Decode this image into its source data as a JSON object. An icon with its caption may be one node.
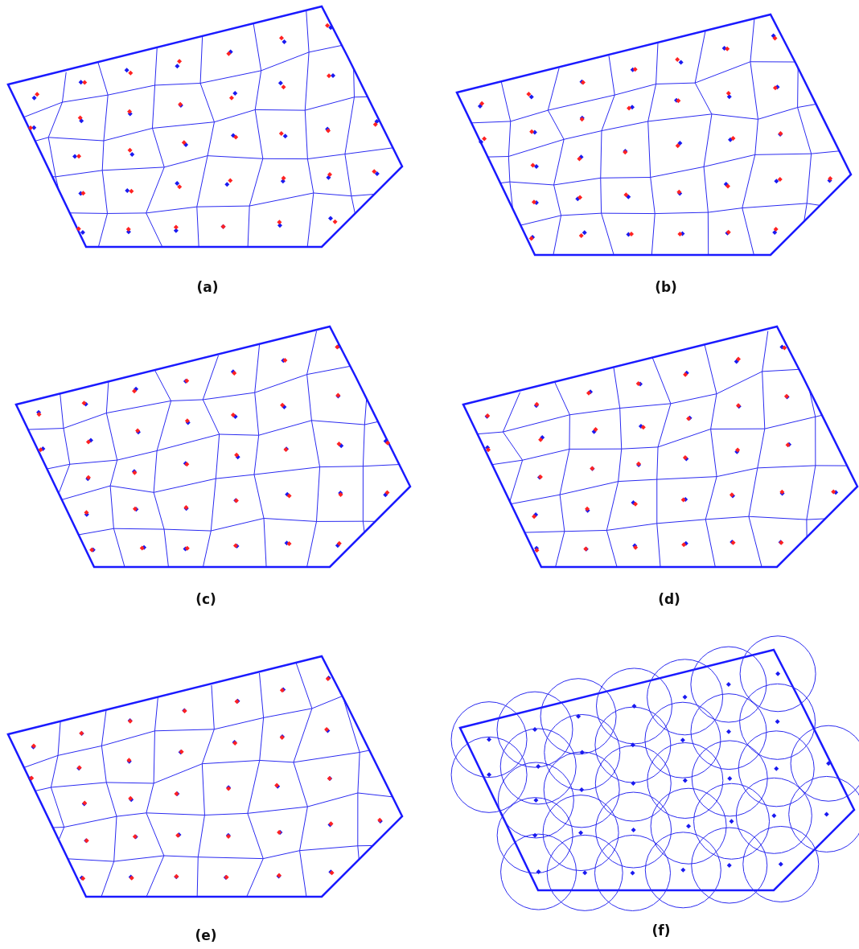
{
  "diagram": {
    "labels": [
      "(a)",
      "(b)",
      "(c)",
      "(d)",
      "(e)",
      "(f)"
    ]
  }
}
